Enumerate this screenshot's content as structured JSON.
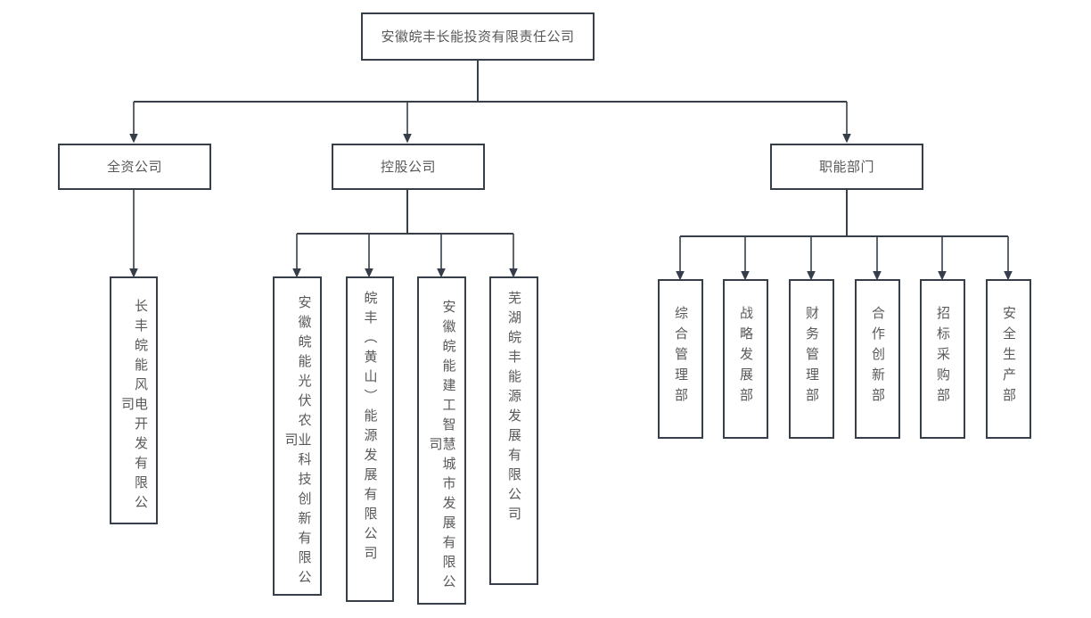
{
  "diagram": {
    "title_text": "安徽皖丰长能投资有限责任公司",
    "line_color": "#363f49",
    "text_color": "#595959",
    "background_color": "#ffffff"
  },
  "root": {
    "label": "安徽皖丰长能投资有限责任公司"
  },
  "branches": [
    {
      "label": "全资公司",
      "children": [
        {
          "label": "长丰皖能风电开发有限公司"
        }
      ]
    },
    {
      "label": "控股公司",
      "children": [
        {
          "label": "安徽皖能光伏农业科技创新有限公司"
        },
        {
          "label": "皖丰（黄山）能源发展有限公司"
        },
        {
          "label": "安徽皖能建工智慧城市发展有限公司"
        },
        {
          "label": "芜湖皖丰能源发展有限公司"
        }
      ]
    },
    {
      "label": "职能部门",
      "children": [
        {
          "label": "综合管理部"
        },
        {
          "label": "战略发展部"
        },
        {
          "label": "财务管理部"
        },
        {
          "label": "合作创新部"
        },
        {
          "label": "招标采购部"
        },
        {
          "label": "安全生产部"
        }
      ]
    }
  ]
}
